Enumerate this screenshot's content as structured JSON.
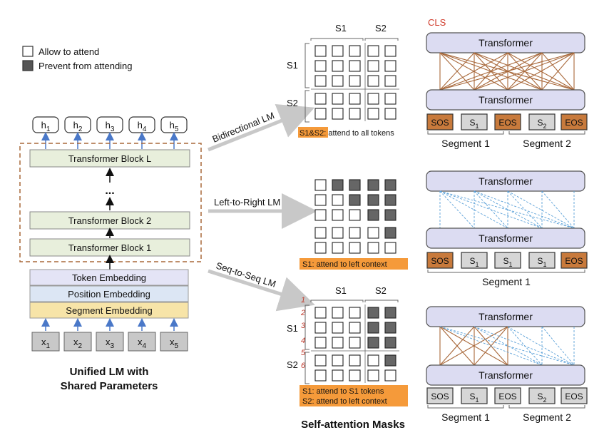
{
  "legend": {
    "allow": "Allow to attend",
    "prevent": "Prevent from attending"
  },
  "colors": {
    "transformer_fill": "#dcdcf2",
    "block_fill": "#e8efdc",
    "token_fill": "#e4e4f6",
    "position_fill": "#dce6f4",
    "segment_fill": "#f7e4a8",
    "input_fill": "#c8c8c8",
    "special_fill": "#c87a3c",
    "token_gray": "#d6d6d6",
    "highlight": "#f59a3a",
    "dark_cell": "#666666",
    "arrow_blue": "#4a78c8",
    "bidir_link": "#a8683a",
    "ltr_link": "#5aa0d8",
    "cls": "#d03a2a",
    "note_red": "#c0392b"
  },
  "outputs": [
    "h1",
    "h2",
    "h3",
    "h4",
    "h5"
  ],
  "inputs": [
    "x1",
    "x2",
    "x3",
    "x4",
    "x5"
  ],
  "stack": {
    "block_top": "Transformer Block L",
    "ellipsis": "...",
    "block_mid": "Transformer Block 2",
    "block_bot": "Transformer Block 1",
    "token_emb": "Token Embedding",
    "pos_emb": "Position Embedding",
    "seg_emb": "Segment Embedding",
    "caption_line1": "Unified LM with",
    "caption_line2": "Shared Parameters"
  },
  "lm_labels": {
    "bidirectional": "Bidirectional LM",
    "left_to_right": "Left-to-Right LM",
    "seq_to_seq": "Seq-to-Seq LM"
  },
  "masks": {
    "s1": "S1",
    "s2": "S2",
    "bidir_note": "S1&S2: attend to all tokens",
    "ltr_note": "S1: attend to left context",
    "s2s_note1": "S1: attend to S1 tokens",
    "s2s_note2": "S2: attend to left context",
    "caption": "Self-attention Masks",
    "row_numbers": [
      "1",
      "2",
      "3",
      "4",
      "5",
      "6"
    ],
    "ltr_dark": [
      [
        0,
        1,
        1,
        1,
        1
      ],
      [
        0,
        0,
        1,
        1,
        1
      ],
      [
        0,
        0,
        0,
        1,
        1
      ],
      [
        0,
        0,
        0,
        0,
        1
      ],
      [
        0,
        0,
        0,
        0,
        0
      ]
    ],
    "s2s_dark": [
      [
        0,
        0,
        0,
        1,
        1
      ],
      [
        0,
        0,
        0,
        1,
        1
      ],
      [
        0,
        0,
        0,
        1,
        1
      ],
      [
        0,
        0,
        0,
        0,
        1
      ],
      [
        0,
        0,
        0,
        0,
        0
      ]
    ]
  },
  "right": {
    "cls": "CLS",
    "transformer": "Transformer",
    "bidir_tokens": [
      "SOS",
      "S1",
      "EOS",
      "S2",
      "EOS"
    ],
    "ltr_tokens": [
      "SOS",
      "S1",
      "S1",
      "S1",
      "EOS"
    ],
    "s2s_tokens": [
      "SOS",
      "S1",
      "EOS",
      "S2",
      "EOS"
    ],
    "segment1": "Segment 1",
    "segment2": "Segment 2"
  }
}
